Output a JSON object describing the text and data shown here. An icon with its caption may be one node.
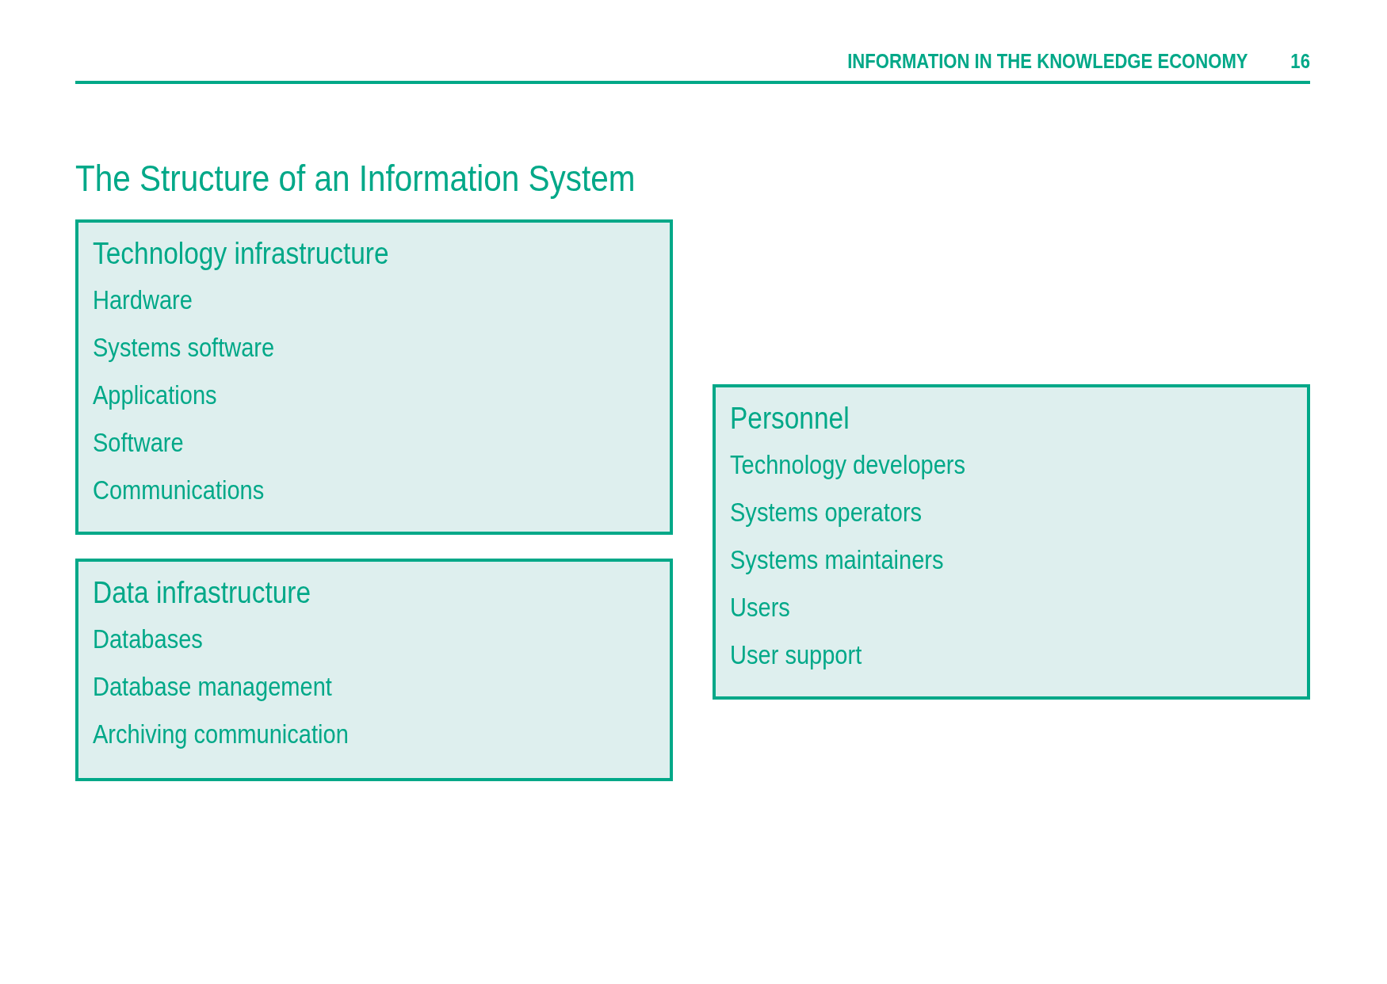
{
  "diagram": {
    "title": "The Structure of an Information System",
    "nodes": [
      {
        "text": [
          "Technology infrastructure",
          "Hardware",
          "Systems software",
          "Applications",
          "Software",
          "Communications"
        ]
      },
      {
        "text": [
          "Data infrastructure",
          "Databases",
          "Database management",
          "Archiving communication"
        ]
      },
      {
        "text": [
          "Personnel",
          "Technology developers",
          "Systems operators",
          "Systems maintainers",
          "Users",
          "User support"
        ]
      }
    ],
    "labels": [
      "INFORMATION IN THE KNOWLEDGE ECONOMY",
      "16"
    ]
  }
}
